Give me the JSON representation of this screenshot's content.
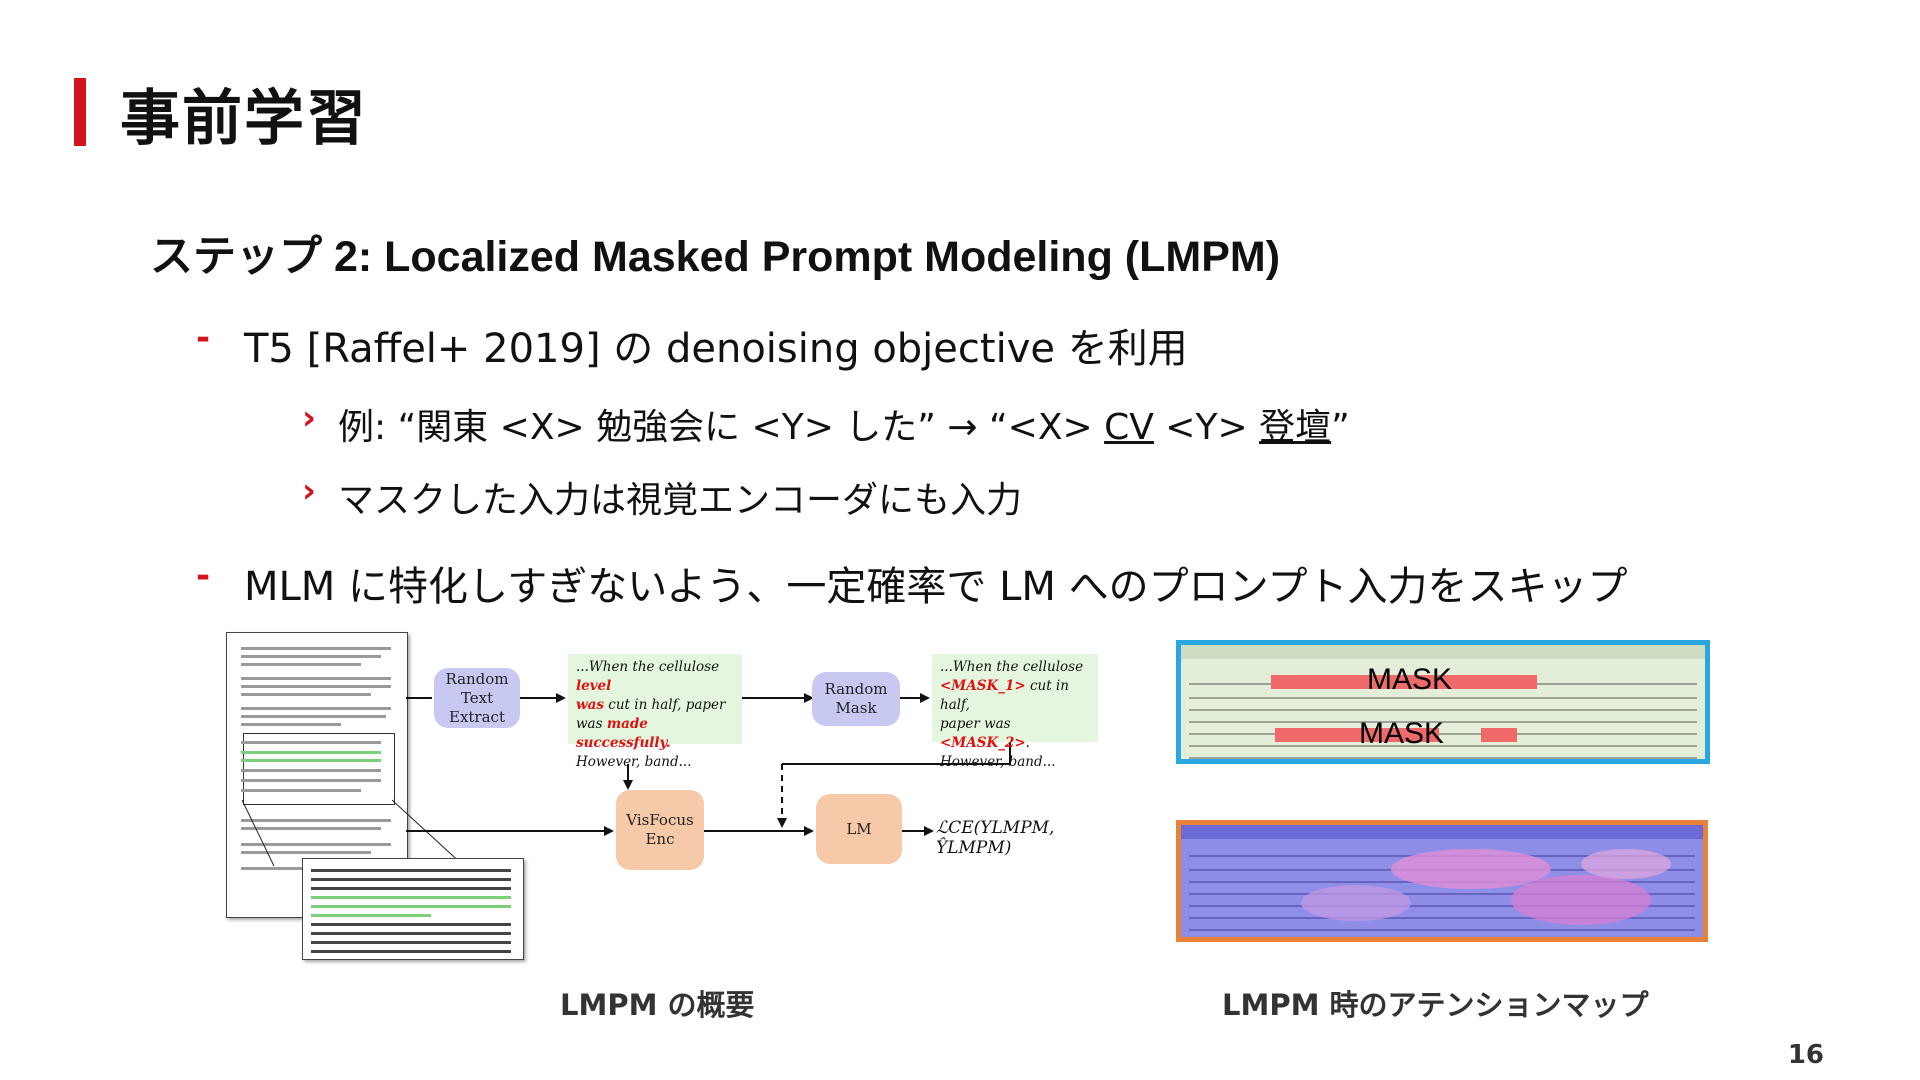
{
  "title": "事前学習",
  "step_heading": "ステップ 2: Localized Masked Prompt Modeling (LMPM)",
  "bullets": [
    {
      "marker": "-",
      "text": "T5 [Raffel+ 2019] の denoising objective を利用"
    },
    {
      "marker": "-",
      "text": "MLM に特化しすぎないよう、一定確率で LM へのプロンプト入力をスキップ"
    }
  ],
  "sub_bullets": {
    "marker": "›",
    "example_prefix": "例: “関東 <X> 勉強会に <Y> した” → “<X> ",
    "example_cv": "CV",
    "example_mid": " <Y> ",
    "example_end_word": "登壇",
    "example_suffix": "”",
    "masked_input": "マスクした入力は視覚エンコーダにも入力"
  },
  "diagram": {
    "random_text_extract": "Random Text Extract",
    "random_mask": "Random Mask",
    "visfocus_enc": "VisFocus Enc",
    "lm": "LM",
    "loss": "ℒCE(YLMPM, ŶLMPM)",
    "snippet1": {
      "a": "...When the cellulose ",
      "a_red": "level",
      "b_red": "was",
      "b": " cut in half, paper",
      "c": "was ",
      "c_red": "made successfully.",
      "d": "However, band..."
    },
    "snippet2": {
      "a": "...When the cellulose",
      "b_red": "<MASK_1>",
      "b": " cut in half,",
      "c": "paper was ",
      "c_red": "<MASK_2>",
      "c_end": ".",
      "d": "However, band..."
    }
  },
  "attention": {
    "mask_label_1": "MASK",
    "mask_label_2": "MASK",
    "colors": {
      "top_border": "#2aa7e0",
      "bottom_border": "#e8823a",
      "mask_red": "#f06a6a"
    }
  },
  "captions": {
    "left": "LMPM の概要",
    "right": "LMPM 時のアテンションマップ"
  },
  "page_number": "16",
  "colors": {
    "accent": "#d4121e"
  }
}
